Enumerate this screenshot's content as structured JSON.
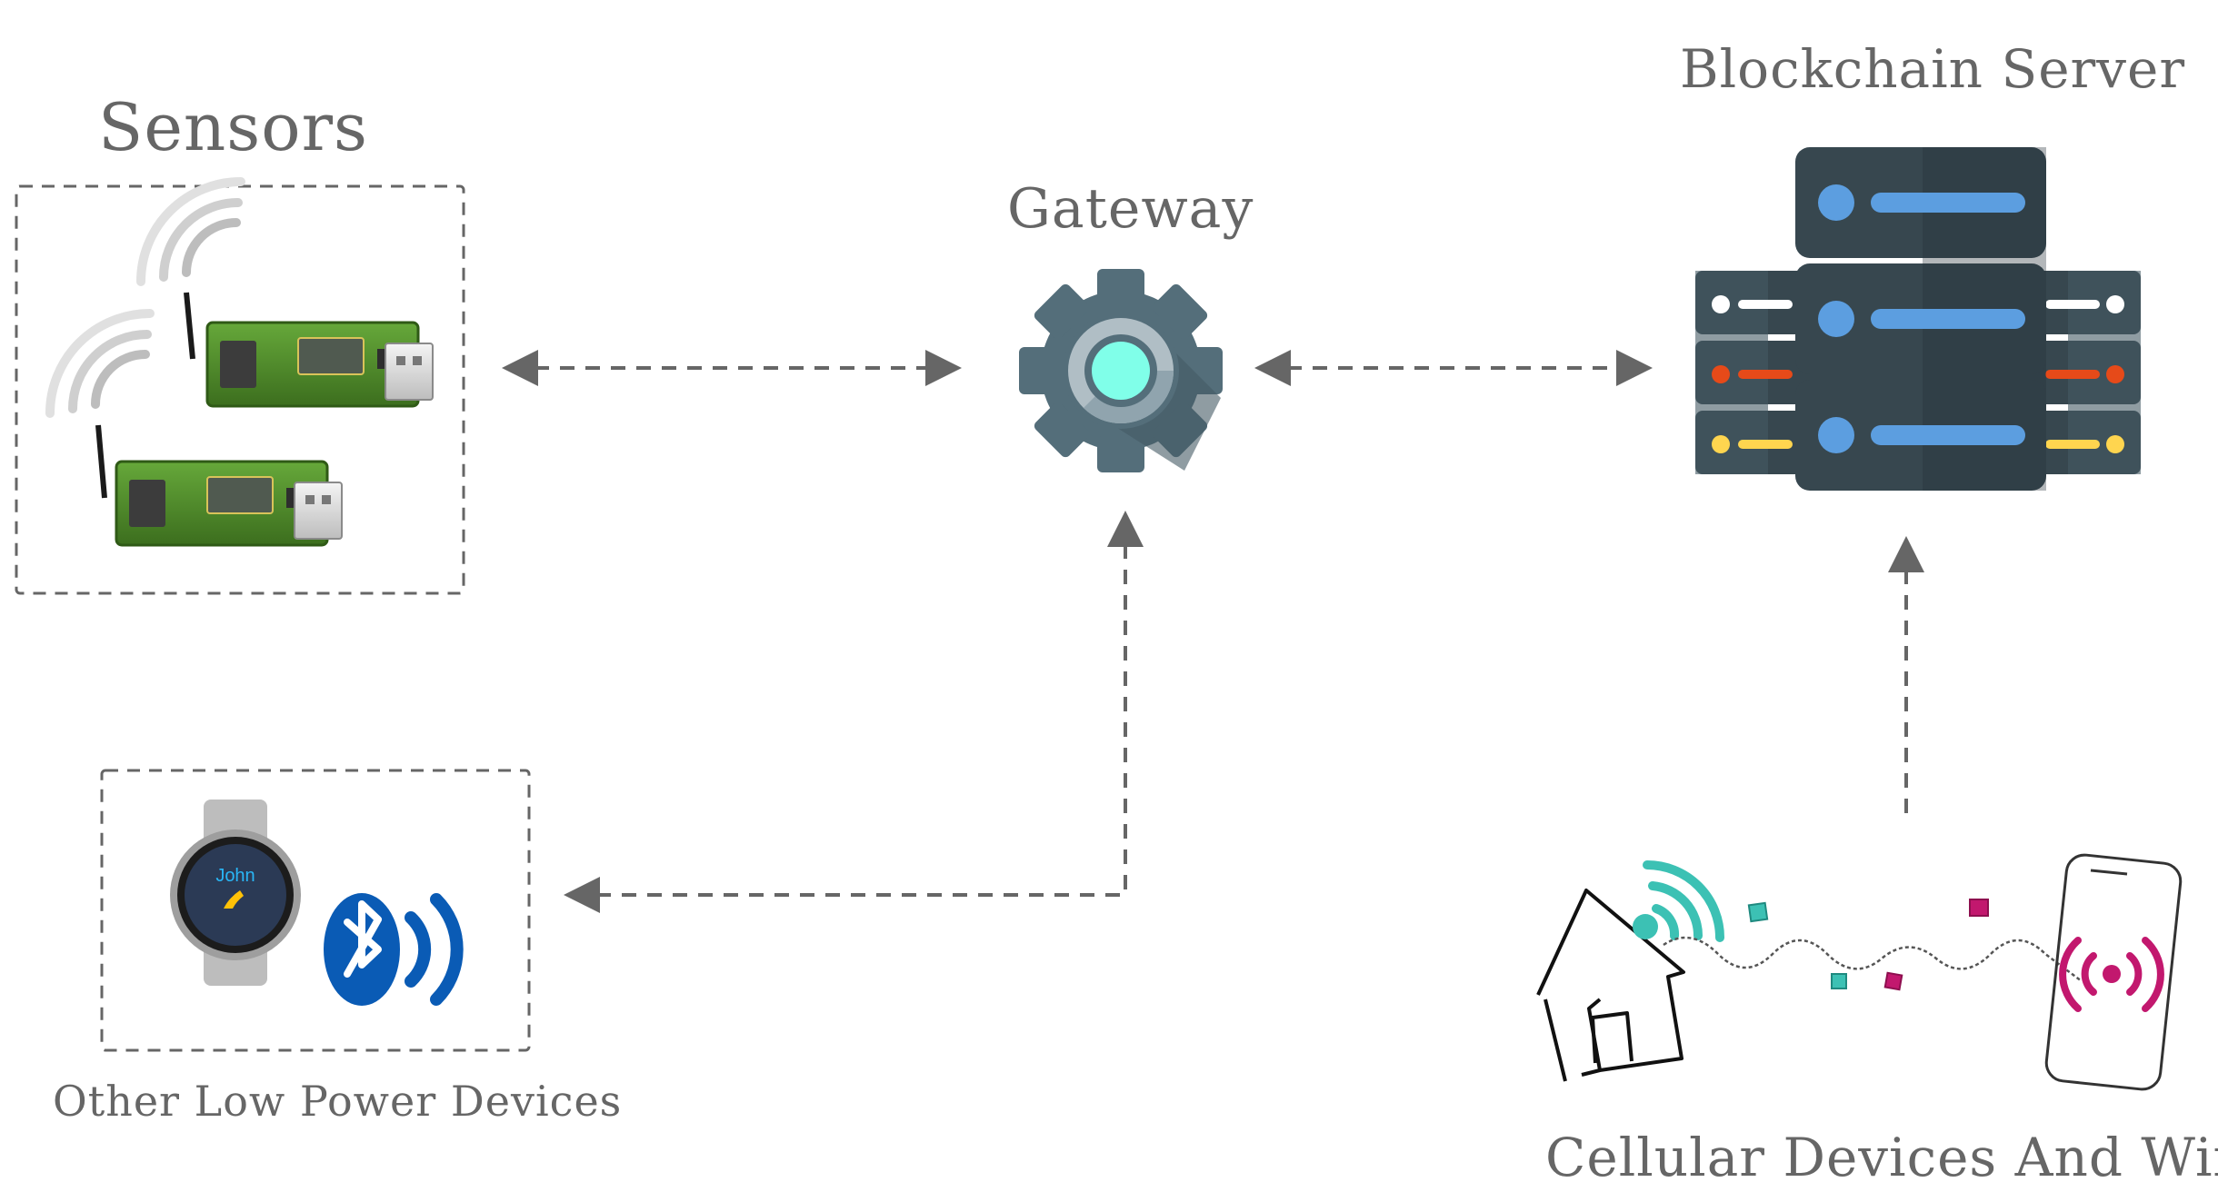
{
  "nodes": {
    "sensors": {
      "label": "Sensors"
    },
    "gateway": {
      "label": "Gateway"
    },
    "server": {
      "label": "Blockchain Server"
    },
    "low_power": {
      "label": "Other Low Power Devices",
      "watch_text": "John"
    },
    "cellular": {
      "label": "Cellular Devices And Wifi"
    }
  },
  "edges": [
    {
      "from": "sensors",
      "to": "gateway",
      "style": "dashed",
      "direction": "bidirectional"
    },
    {
      "from": "gateway",
      "to": "server",
      "style": "dashed",
      "direction": "bidirectional"
    },
    {
      "from": "low_power",
      "to": "gateway",
      "style": "dashed",
      "direction": "bidirectional"
    },
    {
      "from": "cellular",
      "to": "server",
      "style": "dashed",
      "direction": "to-server"
    }
  ],
  "colors": {
    "label_text": "#666666",
    "dashed_line": "#666666",
    "gear": "#546e7a",
    "gear_core": "#80ffe9",
    "server_body": "#37474f",
    "server_light": "#5c9ee0",
    "server_red": "#e64a19",
    "server_yellow": "#ffd54f",
    "bluetooth": "#0a5bb5",
    "wifi_teal": "#3cc1b4",
    "signal_magenta": "#c2186e",
    "pcb_green": "#4d8a2a"
  },
  "icons": [
    "sensor-board-icon",
    "wifi-signal-icon",
    "gear-icon",
    "server-rack-icon",
    "smartwatch-icon",
    "bluetooth-icon",
    "house-icon",
    "smartphone-icon"
  ]
}
